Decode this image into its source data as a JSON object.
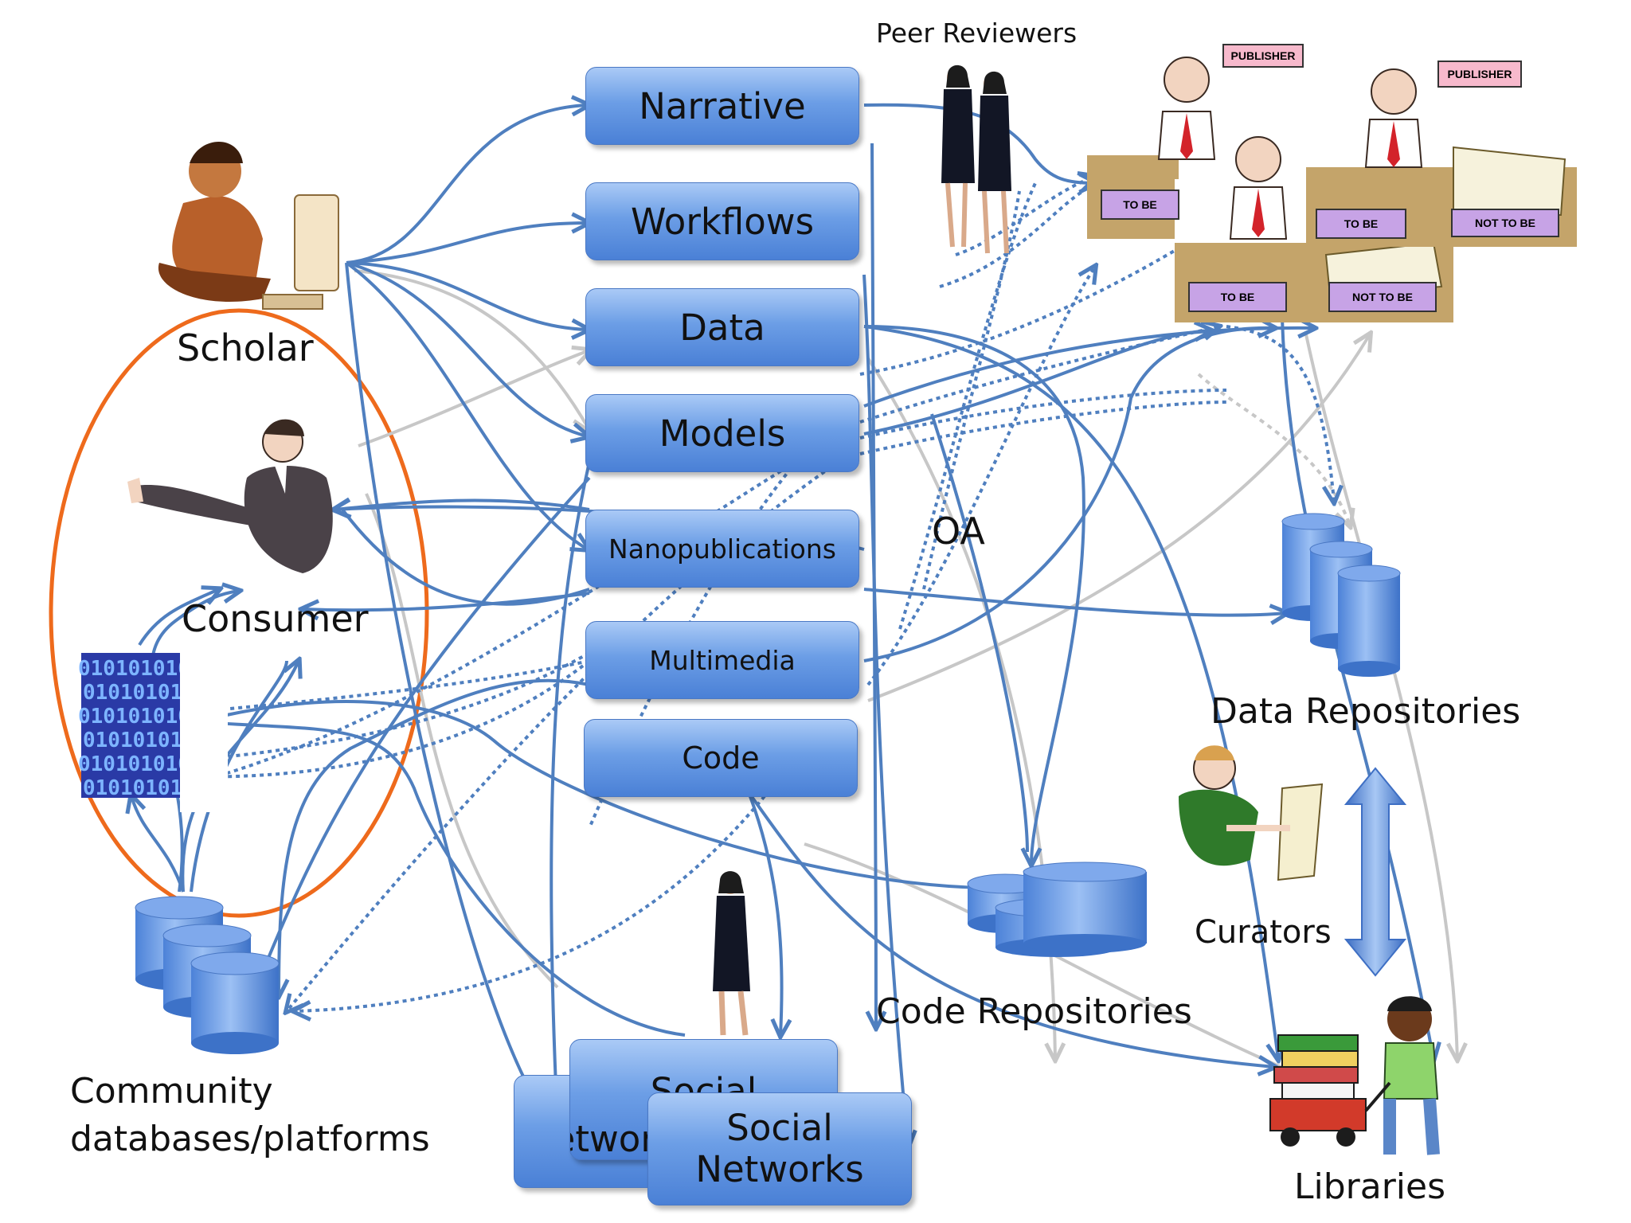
{
  "boxes": {
    "narrative": "Narrative",
    "workflows": "Workflows",
    "data": "Data",
    "models": "Models",
    "nanopublications": "Nanopublications",
    "multimedia": "Multimedia",
    "code": "Code",
    "social_networks_back_line1": "Social",
    "social_networks_back_line2": "Networks",
    "social_networks_front_line1": "Social",
    "social_networks_front_line2": "Networks"
  },
  "labels": {
    "peer_reviewers": "Peer Reviewers",
    "scholar": "Scholar",
    "consumer": "Consumer",
    "oa": "OA",
    "data_repositories": "Data Repositories",
    "curators": "Curators",
    "code_repositories": "Code Repositories",
    "community_line1": "Community",
    "community_line2": "databases/platforms",
    "libraries": "Libraries"
  },
  "publisher_panels": {
    "sign": "PUBLISHER",
    "to_be": "TO BE",
    "not_to_be": "NOT TO BE"
  },
  "binary_text": "0101010101",
  "colors": {
    "box_fill": "#6c9ee6",
    "arrow_solid": "#4f7fbf",
    "arrow_dotted": "#4f7fbf",
    "arrow_shadow": "#c7c7c7",
    "ellipse_outline": "#ee6a1c",
    "binary_bg": "#2a3aa6"
  }
}
